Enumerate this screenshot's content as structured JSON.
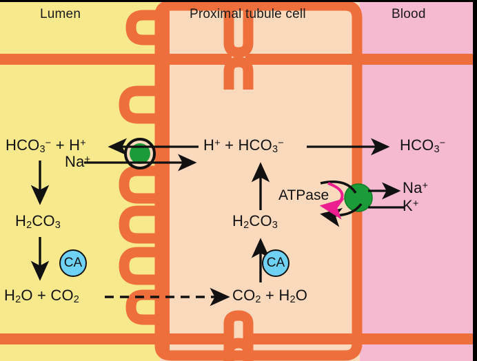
{
  "figure": {
    "type": "diagram",
    "subject": "Proximal tubule bicarbonate reabsorption",
    "compartments": [
      {
        "id": "lumen",
        "label": "Lumen",
        "color": "#f8e98c"
      },
      {
        "id": "cell",
        "label": "Proximal tubule cell",
        "color": "#fbd9bd"
      },
      {
        "id": "blood",
        "label": "Blood",
        "color": "#f5b9d2"
      }
    ],
    "membrane_color": "#ef6f3c",
    "transporter_color": "#1c9c38",
    "atpase_arrow_color": "#ec1e8f",
    "ca_color": "#6fd2f5"
  },
  "labels": {
    "lumen": "Lumen",
    "cell": "Proximal tubule cell",
    "blood": "Blood",
    "atpase": "ATPase",
    "ca_lumen": "CA",
    "ca_cell": "CA"
  },
  "species": {
    "lumen_top": {
      "html": "HCO<sub>3</sub><sup>−</sup> + H<sup>+</sup>"
    },
    "lumen_na": {
      "html": "Na<sup>+</sup>"
    },
    "lumen_h2co3": {
      "html": "H<sub>2</sub>CO<sub>3</sub>"
    },
    "lumen_bottom": {
      "html": "H<sub>2</sub>O + CO<sub>2</sub>"
    },
    "cell_top": {
      "html": "H<sup>+</sup> + HCO<sub>3</sub><sup>−</sup>"
    },
    "cell_h2co3": {
      "html": "H<sub>2</sub>CO<sub>3</sub>"
    },
    "cell_bottom": {
      "html": "CO<sub>2</sub> + H<sub>2</sub>O"
    },
    "blood_hco3": {
      "html": "HCO<sub>3</sub><sup>−</sup>"
    },
    "blood_na": {
      "html": "Na<sup>+</sup>"
    },
    "blood_k": {
      "html": "K<sup>+</sup>"
    }
  },
  "arrows": [
    {
      "name": "h-efflux-to-lumen",
      "style": "solid",
      "direction": "left"
    },
    {
      "name": "na-influx-to-cell",
      "style": "solid",
      "direction": "right"
    },
    {
      "name": "lumen-hco3-to-h2co3",
      "style": "solid",
      "direction": "down"
    },
    {
      "name": "lumen-h2co3-to-co2",
      "style": "solid",
      "direction": "down"
    },
    {
      "name": "co2-diffusion",
      "style": "dashed",
      "direction": "right"
    },
    {
      "name": "cell-co2-to-h2co3",
      "style": "solid",
      "direction": "up"
    },
    {
      "name": "cell-h2co3-to-hco3",
      "style": "solid",
      "direction": "up"
    },
    {
      "name": "hco3-exit-to-blood",
      "style": "solid",
      "direction": "right"
    },
    {
      "name": "na-pump-out",
      "style": "solid",
      "direction": "right"
    },
    {
      "name": "k-pump-in",
      "style": "solid",
      "direction": "left"
    },
    {
      "name": "atpase-cycle",
      "style": "curved",
      "direction": "ccw"
    }
  ]
}
